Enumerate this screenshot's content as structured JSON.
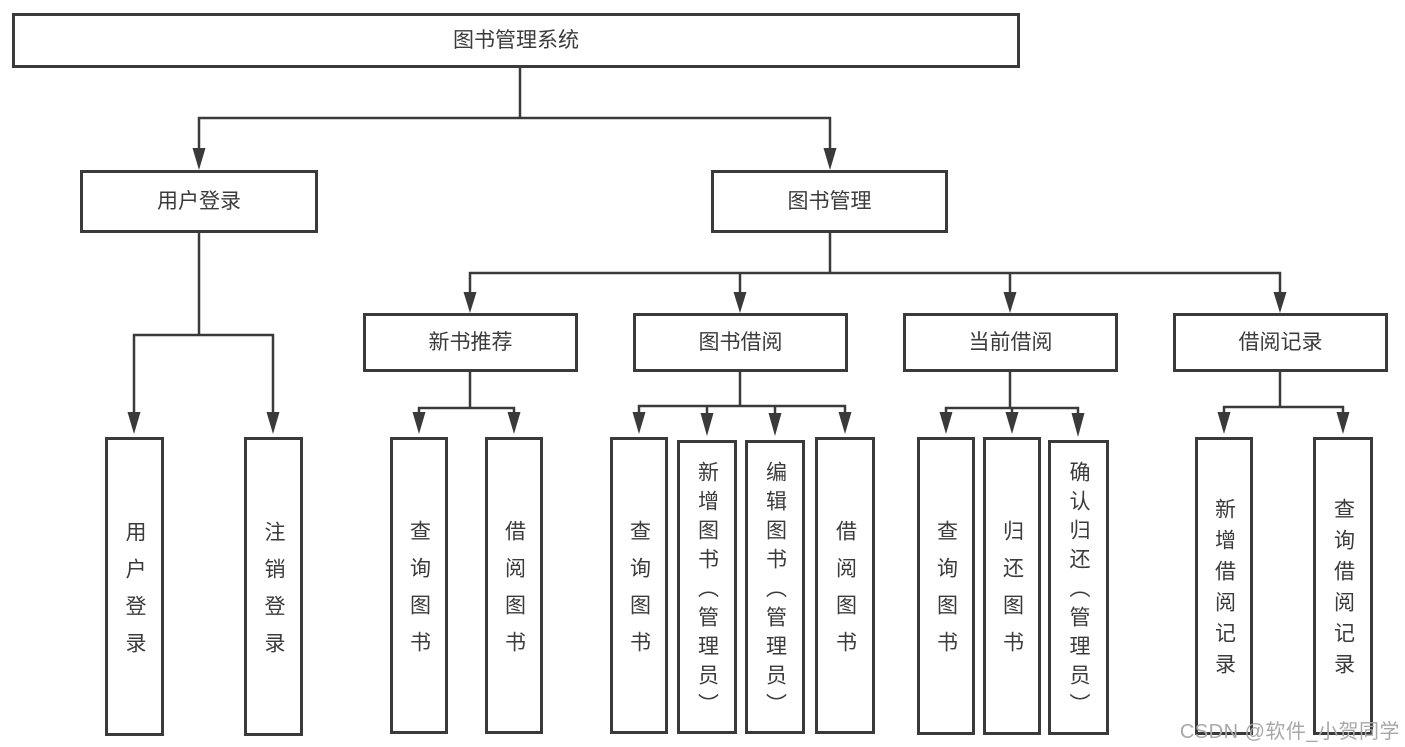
{
  "tree": {
    "label": "图书管理系统",
    "children": [
      {
        "label": "用户登录",
        "children": [
          {
            "label": "用户登录"
          },
          {
            "label": "注销登录"
          }
        ]
      },
      {
        "label": "图书管理",
        "children": [
          {
            "label": "新书推荐",
            "children": [
              {
                "label": "查询图书"
              },
              {
                "label": "借阅图书"
              }
            ]
          },
          {
            "label": "图书借阅",
            "children": [
              {
                "label": "查询图书"
              },
              {
                "label": "新增图书（管理员）"
              },
              {
                "label": "编辑图书（管理员）"
              },
              {
                "label": "借阅图书"
              }
            ]
          },
          {
            "label": "当前借阅",
            "children": [
              {
                "label": "查询图书"
              },
              {
                "label": "归还图书"
              },
              {
                "label": "确认归还（管理员）"
              }
            ]
          },
          {
            "label": "借阅记录",
            "children": [
              {
                "label": "新增借阅记录"
              },
              {
                "label": "查询借阅记录"
              }
            ]
          }
        ]
      }
    ]
  },
  "watermark": "CSDN @软件_小贺同学",
  "colors": {
    "line": "#3a3a3a",
    "text": "#3b3b3b",
    "background": "#ffffff",
    "watermark": "#a8a8a8"
  }
}
